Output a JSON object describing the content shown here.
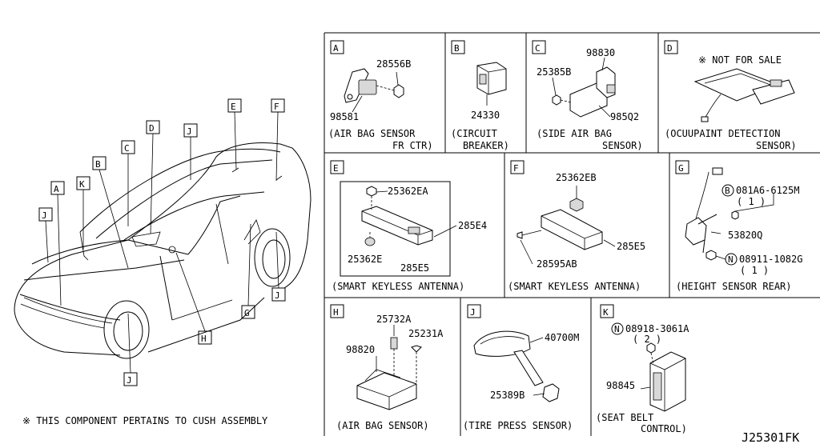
{
  "panels": {
    "A": {
      "letter": "A",
      "parts": [
        "28556B",
        "98581"
      ],
      "caption": [
        "(AIR BAG SENSOR",
        "FR CTR)"
      ]
    },
    "B": {
      "letter": "B",
      "parts": [
        "24330"
      ],
      "caption": [
        "(CIRCUIT",
        "BREAKER)"
      ]
    },
    "C": {
      "letter": "C",
      "parts": [
        "98830",
        "25385B",
        "985Q2"
      ],
      "caption": [
        "(SIDE AIR BAG",
        "SENSOR)"
      ]
    },
    "D": {
      "letter": "D",
      "note": "※ NOT FOR SALE",
      "caption": [
        "(OCUUPAINT DETECTION",
        "SENSOR)"
      ]
    },
    "E": {
      "letter": "E",
      "parts": [
        "25362EA",
        "285E4",
        "25362E",
        "285E5"
      ],
      "caption": [
        "(SMART KEYLESS ANTENNA)"
      ]
    },
    "F": {
      "letter": "F",
      "parts": [
        "25362EB",
        "285E5",
        "28595AB"
      ],
      "caption": [
        "(SMART KEYLESS ANTENNA)"
      ]
    },
    "G": {
      "letter": "G",
      "parts": [
        "081A6-6125M",
        "( 1 )",
        "53820Q",
        "08911-1082G",
        "( 1 )"
      ],
      "callout_symbols": [
        "B",
        "N"
      ],
      "caption": [
        "(HEIGHT SENSOR REAR)"
      ]
    },
    "H": {
      "letter": "H",
      "parts": [
        "25732A",
        "25231A",
        "98820"
      ],
      "caption": [
        "(AIR BAG SENSOR)"
      ]
    },
    "J": {
      "letter": "J",
      "parts": [
        "40700M",
        "25389B"
      ],
      "caption": [
        "(TIRE PRESS SENSOR)"
      ]
    },
    "K": {
      "letter": "K",
      "parts": [
        "08918-3061A",
        "( 2 )",
        "98845"
      ],
      "callout_symbols": [
        "N"
      ],
      "caption": [
        "(SEAT BELT",
        "CONTROL)"
      ]
    }
  },
  "car_labels": [
    "E",
    "F",
    "D",
    "J",
    "C",
    "B",
    "K",
    "A",
    "J",
    "G",
    "J",
    "H",
    "J"
  ],
  "footnote": "※ THIS COMPONENT PERTAINS TO CUSH ASSEMBLY",
  "diagram_code": "J25301FK"
}
